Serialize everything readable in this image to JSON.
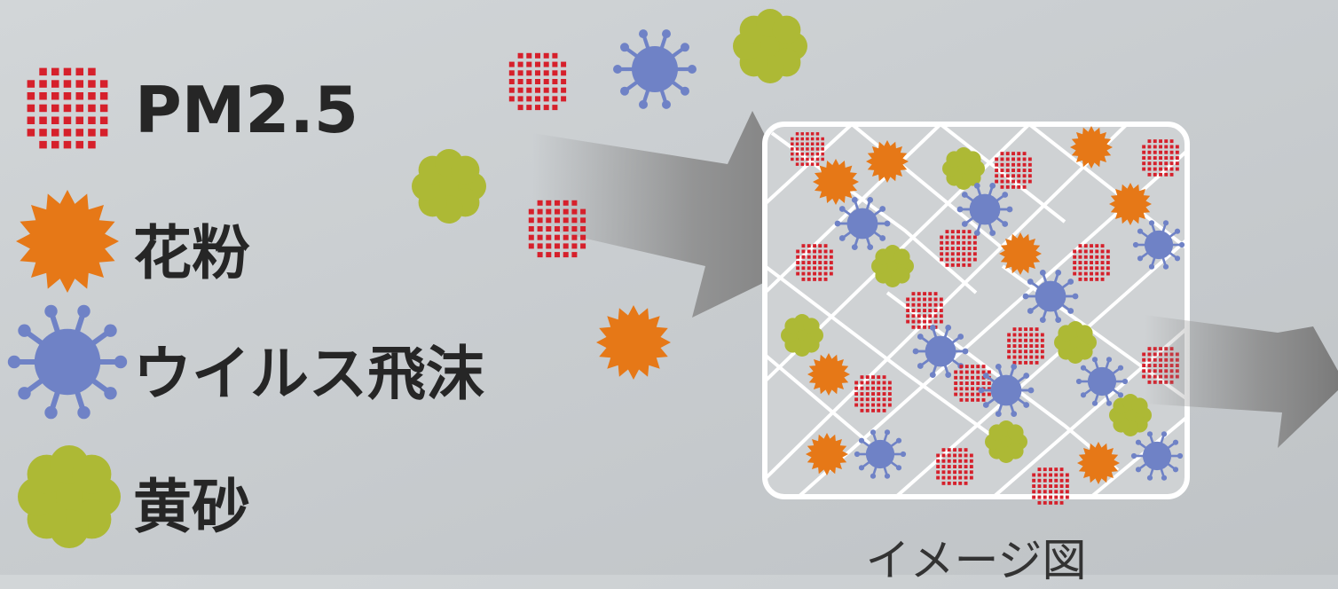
{
  "legend": [
    {
      "key": "pm25",
      "label": "PM2.5",
      "icon": "pm25-icon",
      "color": "#d6202b"
    },
    {
      "key": "pollen",
      "label": "花粉",
      "icon": "pollen-icon",
      "color": "#e67817"
    },
    {
      "key": "virus",
      "label": "ウイルス飛沫",
      "icon": "virus-icon",
      "color": "#6f82c6"
    },
    {
      "key": "sand",
      "label": "黄砂",
      "icon": "sand-icon",
      "color": "#adb935"
    }
  ],
  "caption": "イメージ図",
  "colors": {
    "arrow": "#808080",
    "filter_frame": "#ffffff",
    "text": "#262626"
  }
}
